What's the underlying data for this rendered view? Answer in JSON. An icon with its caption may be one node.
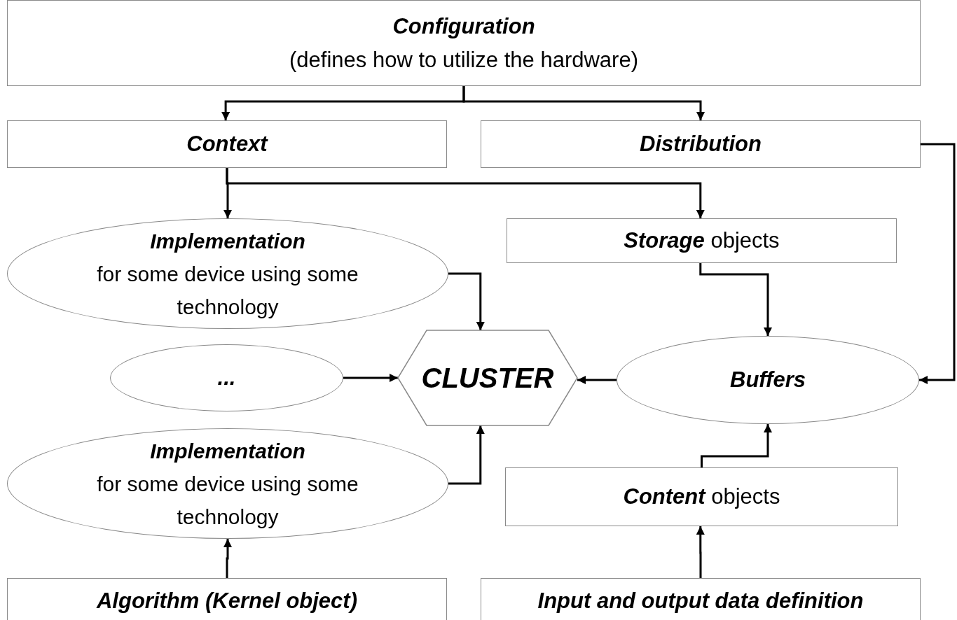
{
  "diagram": {
    "nodes": [
      {
        "text": [
          "Configuration",
          "(defines how to utilize the hardware)"
        ]
      },
      {
        "text": [
          "Context"
        ]
      },
      {
        "text": [
          "Distribution"
        ]
      },
      {
        "text": [
          "Implementation",
          "for some device using some technology"
        ]
      },
      {
        "text": [
          "**Storage** objects"
        ]
      },
      {
        "text": [
          "..."
        ]
      },
      {
        "text": [
          "CLUSTER"
        ]
      },
      {
        "text": [
          "Buffers"
        ]
      },
      {
        "text": [
          "Implementation",
          "for some device using some technology"
        ]
      },
      {
        "text": [
          "**Content** objects"
        ]
      },
      {
        "text": [
          "Algorithm (Kernel object)"
        ]
      },
      {
        "text": [
          "Input and output data definition"
        ]
      }
    ],
    "edges": [
      {
        "from": 0,
        "to": 1,
        "arrow": "to"
      },
      {
        "from": 0,
        "to": 2,
        "arrow": "to"
      },
      {
        "from": 1,
        "to": 3,
        "arrow": "to"
      },
      {
        "from": 1,
        "to": 4,
        "arrow": "to"
      },
      {
        "from": 2,
        "to": 7,
        "arrow": "to"
      },
      {
        "from": 4,
        "to": 7,
        "arrow": "to"
      },
      {
        "from": 3,
        "to": 6,
        "arrow": "to"
      },
      {
        "from": 5,
        "to": 6,
        "arrow": "to"
      },
      {
        "from": 7,
        "to": 6,
        "arrow": "to"
      },
      {
        "from": 8,
        "to": 6,
        "arrow": "to"
      },
      {
        "from": 9,
        "to": 7,
        "arrow": "to"
      },
      {
        "from": 10,
        "to": 8,
        "arrow": "to"
      },
      {
        "from": 11,
        "to": 9,
        "arrow": "to"
      }
    ]
  }
}
